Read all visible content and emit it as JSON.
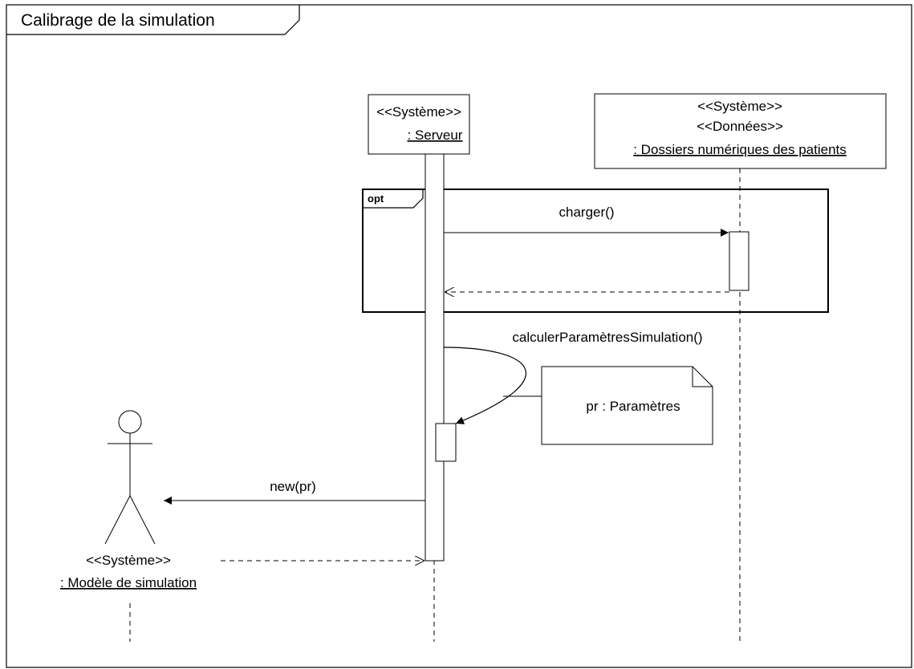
{
  "frame": {
    "title": "Calibrage de la simulation"
  },
  "lifelines": {
    "serveur": {
      "stereotype": "<<Système>>",
      "name": ": Serveur"
    },
    "dossiers": {
      "stereotype1": "<<Système>>",
      "stereotype2": "<<Données>>",
      "name": ": Dossiers numériques des patients"
    },
    "modele": {
      "stereotype": "<<Système>>",
      "name": ": Modèle de simulation"
    }
  },
  "fragment": {
    "operator": "opt"
  },
  "messages": {
    "charger": "charger()",
    "calculer": "calculerParamètresSimulation()",
    "new": "new(pr)"
  },
  "note": {
    "text": "pr : Paramètres"
  }
}
